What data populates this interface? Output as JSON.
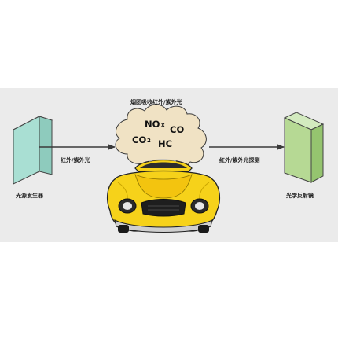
{
  "diagram": {
    "title": "烟团吸收红外/紫外光",
    "source_label": "光源发生器",
    "beam_label_left": "红外/紫外光",
    "beam_label_right": "红外/紫外光探测",
    "reflector_label": "光学反射镜",
    "gases": {
      "nox_main": "NO",
      "nox_sub": "x",
      "co": "CO",
      "co2_main": "CO",
      "co2_sub": "2",
      "hc": "HC"
    }
  },
  "colors": {
    "background_band": "#ebebeb",
    "source_box": "#a9dfd3",
    "reflector_box": "#b6d994",
    "smoke": "#f0e2c4",
    "car_body": "#f6d21a",
    "arrow": "#3a3a3a"
  },
  "icons": [
    "light-source-box",
    "smoke-cloud",
    "yellow-car",
    "reflector-box"
  ]
}
